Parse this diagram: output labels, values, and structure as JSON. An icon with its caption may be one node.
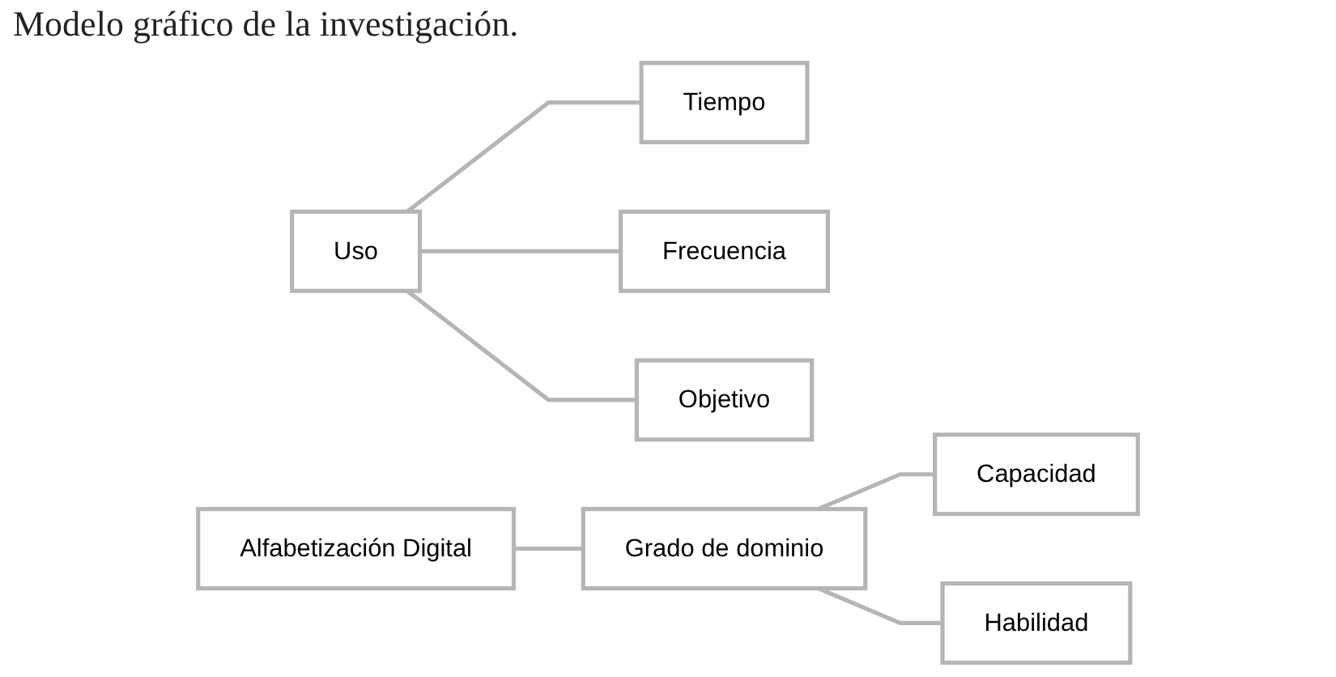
{
  "diagram": {
    "title": "Modelo gráfico de la investigación.",
    "nodes": [
      {
        "text": [
          "Uso"
        ]
      },
      {
        "text": [
          "Tiempo"
        ]
      },
      {
        "text": [
          "Frecuencia"
        ]
      },
      {
        "text": [
          "Objetivo"
        ]
      },
      {
        "text": [
          "Alfabetización Digital"
        ]
      },
      {
        "text": [
          "Grado de dominio"
        ]
      },
      {
        "text": [
          "Capacidad"
        ]
      },
      {
        "text": [
          "Habilidad"
        ]
      }
    ],
    "edges": [
      {
        "from": 0,
        "to": 1,
        "arrow": "none"
      },
      {
        "from": 0,
        "to": 2,
        "arrow": "none"
      },
      {
        "from": 0,
        "to": 3,
        "arrow": "none"
      },
      {
        "from": 4,
        "to": 5,
        "arrow": "none"
      },
      {
        "from": 5,
        "to": 6,
        "arrow": "none"
      },
      {
        "from": 5,
        "to": 7,
        "arrow": "none"
      }
    ]
  }
}
